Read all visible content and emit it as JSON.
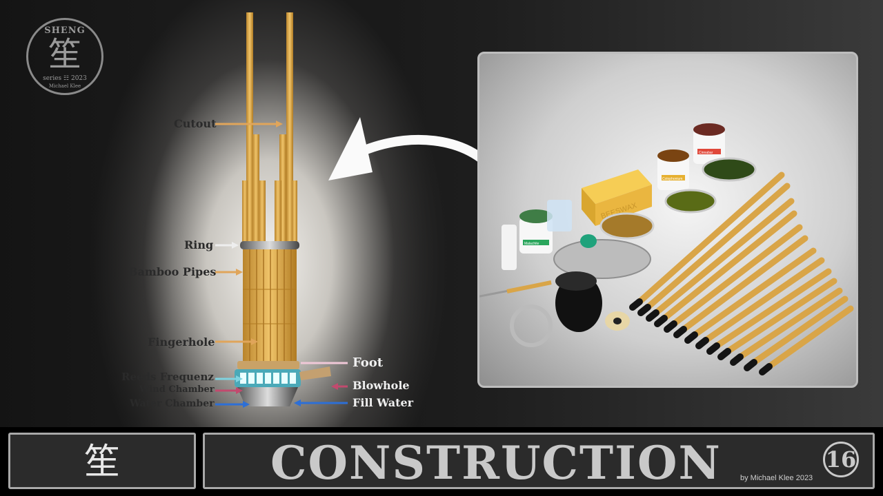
{
  "logo": {
    "title": "SHENG",
    "glyph": "笙",
    "series": "series ☷ 2023",
    "author": "Michael Klee"
  },
  "labels": {
    "cutout": "Cutout",
    "ring": "Ring",
    "bamboo_pipes": "Bamboo Pipes",
    "fingerhole": "Fingerhole",
    "reeds": "Reeds Frequenz",
    "wind_chamber": "Wind Chamber",
    "water_chamber": "Water Chamber",
    "foot": "Foot",
    "blowhole": "Blowhole",
    "fill_water": "Fill Water"
  },
  "panel_items": {
    "beeswax": "BEESWAX",
    "malachite": "Malachite",
    "colophonium": "Colophonium",
    "cinnabar": "Cinnabar"
  },
  "footer": {
    "glyph": "笙",
    "title": "CONSTRUCTION",
    "number": "16",
    "credit": "by Michael Klee 2023"
  },
  "colors": {
    "bamboo": "#d9a548",
    "arrow_orange": "#e0a55a",
    "arrow_pink": "#c24a6e",
    "arrow_blue": "#2d6fd6",
    "arrow_cyan": "#7fd3e0"
  }
}
